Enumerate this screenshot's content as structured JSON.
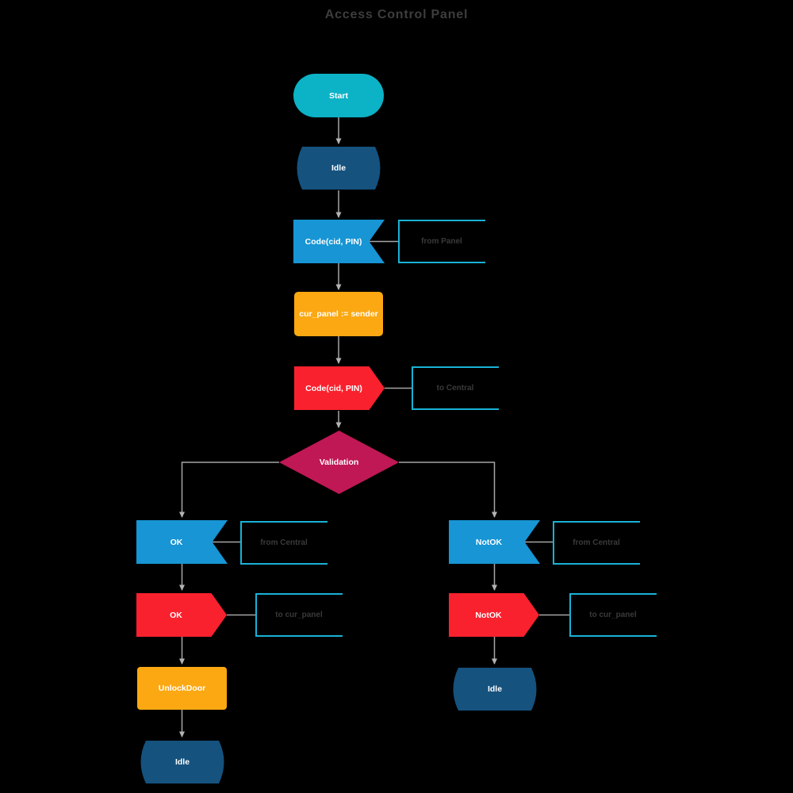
{
  "title": "Access Control Panel",
  "colors": {
    "background": "#000000",
    "title_text": "#3d3d3d",
    "connector": "#a6a6a6",
    "arrowhead": "#b3b3b3",
    "start_fill": "#0cb2c6",
    "state_fill": "#15527e",
    "receive_fill": "#1795d4",
    "task_fill": "#fca812",
    "send_fill": "#f9212e",
    "decision_fill": "#c01854",
    "comment_border": "#19b2d6",
    "comment_text": "#3a3a3a",
    "node_text": "#ffffff"
  },
  "nodes": {
    "start": {
      "label": "Start",
      "type": "start-terminator"
    },
    "idle_top": {
      "label": "Idle",
      "type": "state"
    },
    "receive_code": {
      "label": "Code(cid, PIN)",
      "type": "receive-signal"
    },
    "task_cur_panel": {
      "label": "cur_panel := sender",
      "type": "task"
    },
    "send_code": {
      "label": "Code(cid, PIN)",
      "type": "send-signal"
    },
    "decision_validation": {
      "label": "Validation",
      "type": "decision"
    },
    "receive_ok": {
      "label": "OK",
      "type": "receive-signal"
    },
    "send_ok": {
      "label": "OK",
      "type": "send-signal"
    },
    "task_unlock": {
      "label": "UnlockDoor",
      "type": "task"
    },
    "idle_left": {
      "label": "Idle",
      "type": "state"
    },
    "receive_notok": {
      "label": "NotOK",
      "type": "receive-signal"
    },
    "send_notok": {
      "label": "NotOK",
      "type": "send-signal"
    },
    "idle_right": {
      "label": "Idle",
      "type": "state"
    }
  },
  "comments": {
    "from_panel": {
      "label": "from Panel"
    },
    "to_central": {
      "label": "to Central"
    },
    "from_central_left": {
      "label": "from Central"
    },
    "to_cur_panel_left": {
      "label": "to cur_panel"
    },
    "from_central_right": {
      "label": "from Central"
    },
    "to_cur_panel_right": {
      "label": "to cur_panel"
    }
  }
}
